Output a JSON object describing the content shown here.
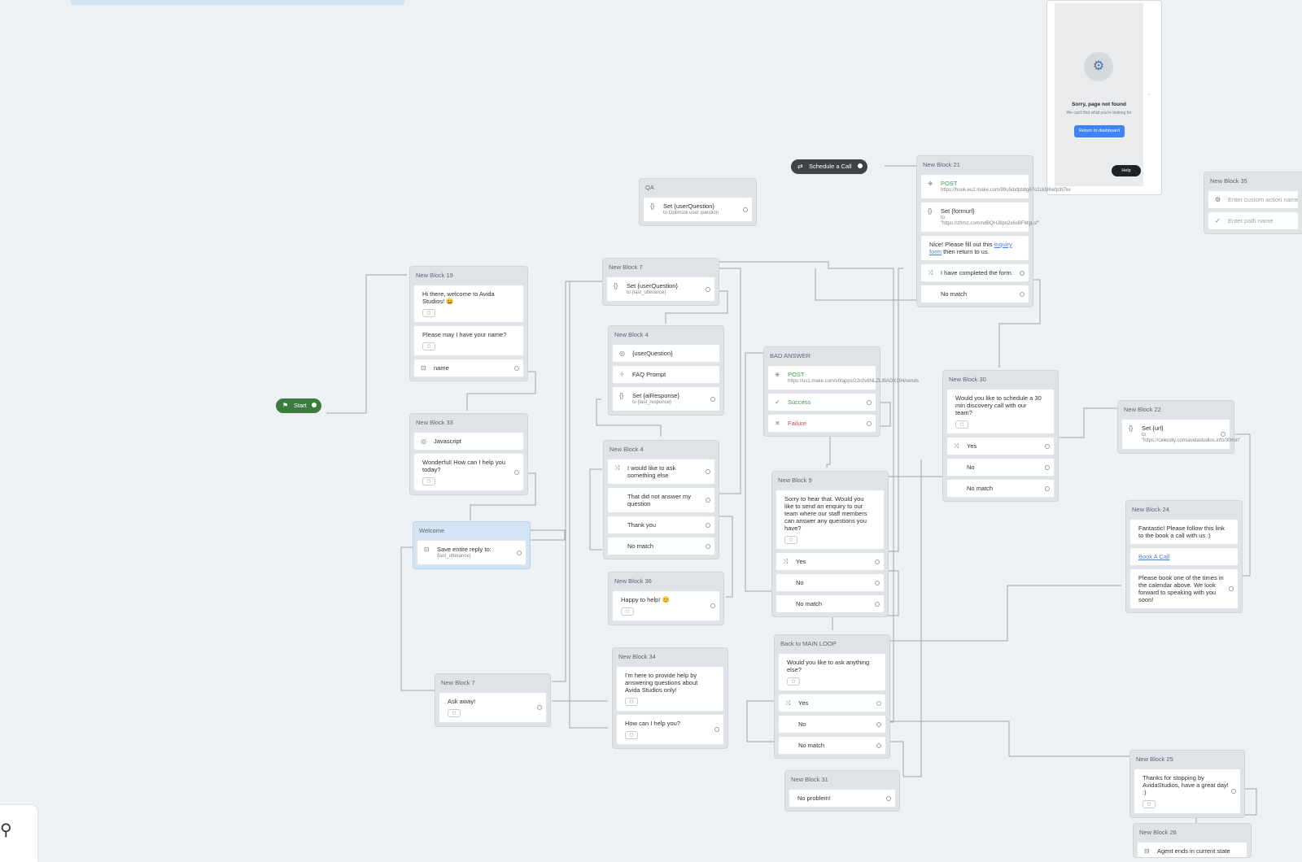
{
  "start": {
    "label": "Start"
  },
  "schedule": {
    "label": "Schedule a Call"
  },
  "error_panel": {
    "title": "Sorry, page not found",
    "subtitle": "We can't find what you're looking for",
    "button": "Return to dashboard",
    "help": "Help"
  },
  "blocks": {
    "b19": {
      "title": "New Block 19",
      "s1": "Hi there, welcome to Avida Studios! 😀",
      "s2": "Please may I have your name?",
      "s3": "name"
    },
    "b33": {
      "title": "New Block 33",
      "s1": "Javascript",
      "s2": "Wonderful! How can I help you today?"
    },
    "welcome": {
      "title": "Welcome",
      "s1": "Save entire reply to:",
      "s1_sub": "{last_utterance}"
    },
    "qa": {
      "title": "QA",
      "s1": "Set {userQuestion}",
      "s1_sub": "to Optimize user question"
    },
    "b7a": {
      "title": "New Block 7",
      "s1": "Set {userQuestion}",
      "s1_sub": "to {last_utterance}"
    },
    "b4a": {
      "title": "New Block 4",
      "s1": "{userQuestion}",
      "s2": "FAQ Prompt",
      "s3": "Set {aiResponse}",
      "s3_sub": "to {last_response}"
    },
    "b4b": {
      "title": "New Block 4",
      "s1": "I would like to ask something else",
      "s2": "That did not answer my question",
      "s3": "Thank you",
      "s4": "No match"
    },
    "b36": {
      "title": "New Block 36",
      "s1": "Happy to help! 😊"
    },
    "b34": {
      "title": "New Block 34",
      "s1": "I'm here to provide help by answering questions about Avida Studios only!",
      "s2": "How can I help you?"
    },
    "b7b": {
      "title": "New Block 7",
      "s1": "Ask away!"
    },
    "bad": {
      "title": "BAD ANSWER",
      "s1": "POST",
      "s1_sub": "https://us1.make.com/v0/apps/22c0v8NLZL/BADX394/sends",
      "s2": "Success",
      "s3": "Failure"
    },
    "b9": {
      "title": "New Block 9",
      "s1": "Sorry to hear that. Would you like to send an enquiry to our team where our staff members can answer any questions you have?",
      "s2": "Yes",
      "s3": "No",
      "s4": "No match"
    },
    "loop": {
      "title": "Back to MAIN LOOP",
      "s1": "Would you like to ask anything else?",
      "s2": "Yes",
      "s3": "No",
      "s4": "No match"
    },
    "b31": {
      "title": "New Block 31",
      "s1": "No problem!"
    },
    "b21": {
      "title": "New Block 21",
      "s1": "POST",
      "s1_sub": "https://hook.eu2.make.com/99u5dxfpb8g67o2ckbl6wfp3t7ke",
      "s2": "Set {formurl}",
      "s2_sub": "to \"https://zfrmz.com/ndBQHJ8pn2x6sBFMgLsf\"",
      "s3a": "Nice! Please fill out this",
      "s3_link": "inquiry form",
      "s3b": "then return to us.",
      "s4": "I have completed the form.",
      "s5": "No match"
    },
    "b30": {
      "title": "New Block 30",
      "s1": "Would you like to schedule a 30 min discovery call with our team?",
      "s2": "Yes",
      "s3": "No",
      "s4": "No match"
    },
    "b22": {
      "title": "New Block 22",
      "s1": "Set {url}",
      "s1_sub": "to \"https://calendly.com/avidastudios.info/30min\""
    },
    "b24": {
      "title": "New Block 24",
      "s1": "Fantastic! Please follow this link to the book a call with us :)",
      "s2": "Book A Call",
      "s3": "Please book one of the times in the calendar above. We look forward to speaking with you soon!"
    },
    "b25": {
      "title": "New Block 25",
      "s1": "Thanks for stopping by AvidaStudios, have a great day! :)"
    },
    "b26": {
      "title": "New Block 26",
      "s1": "Agent ends in current state"
    },
    "b35": {
      "title": "New Block 35",
      "s1": "Enter custom action name",
      "s2": "Enter path name"
    }
  }
}
